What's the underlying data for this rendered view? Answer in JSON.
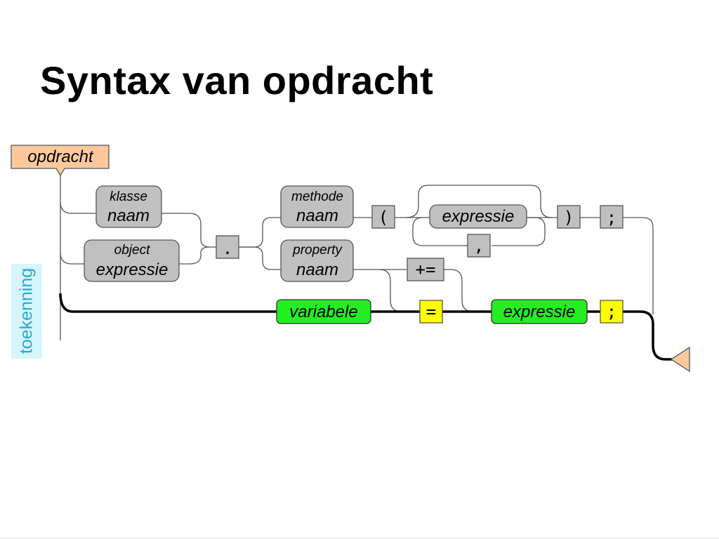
{
  "title": "Syntax van opdracht",
  "side_label": "toekenning",
  "nodes": {
    "start": "opdracht",
    "klasse_naam": [
      "klasse",
      "naam"
    ],
    "object_expressie": [
      "object",
      "expressie"
    ],
    "dot": ".",
    "methode_naam": [
      "methode",
      "naam"
    ],
    "property_naam": [
      "property",
      "naam"
    ],
    "open_paren": "(",
    "expressie_args": "expressie",
    "comma": ",",
    "close_paren": ")",
    "semicolon_1": ";",
    "plus_assign": "+=",
    "variabele": "variabele",
    "assign": "=",
    "expressie_value": "expressie",
    "semicolon_2": ";"
  },
  "colors": {
    "start_fill": "#fdc99b",
    "end_fill": "#fdc99b",
    "nonterminal_fill": "#c0c0c0",
    "terminal_fill": "#c0c0c0",
    "green_fill": "#22ee22",
    "yellow_fill": "#ffff00",
    "side_label_bg": "#d6f6fb",
    "side_label_text": "#2aa6d9"
  }
}
